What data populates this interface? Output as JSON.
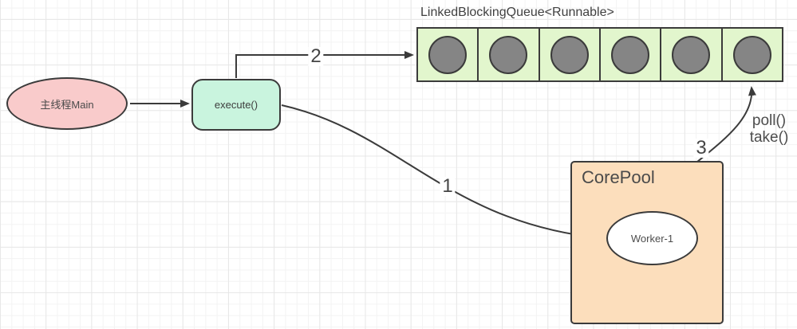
{
  "diagram": {
    "colors": {
      "main_thread_fill": "#f9cbcb",
      "execute_fill": "#c9f4de",
      "queue_cell_fill": "#e2f6cd",
      "task_circle_fill": "#858585",
      "core_pool_fill": "#fcdebc",
      "stroke": "#3b3b3b"
    },
    "main_thread": {
      "label": "主线程Main"
    },
    "execute": {
      "label": "execute()"
    },
    "queue": {
      "title": "LinkedBlockingQueue<Runnable>",
      "cell_count": 6
    },
    "core_pool": {
      "label": "CorePool",
      "worker": {
        "label": "Worker-1"
      }
    },
    "arrows": {
      "step1": {
        "label": "1"
      },
      "step2": {
        "label": "2"
      },
      "step3": {
        "label": "3"
      },
      "poll_take": {
        "line1": "poll()",
        "line2": "take()"
      }
    }
  }
}
